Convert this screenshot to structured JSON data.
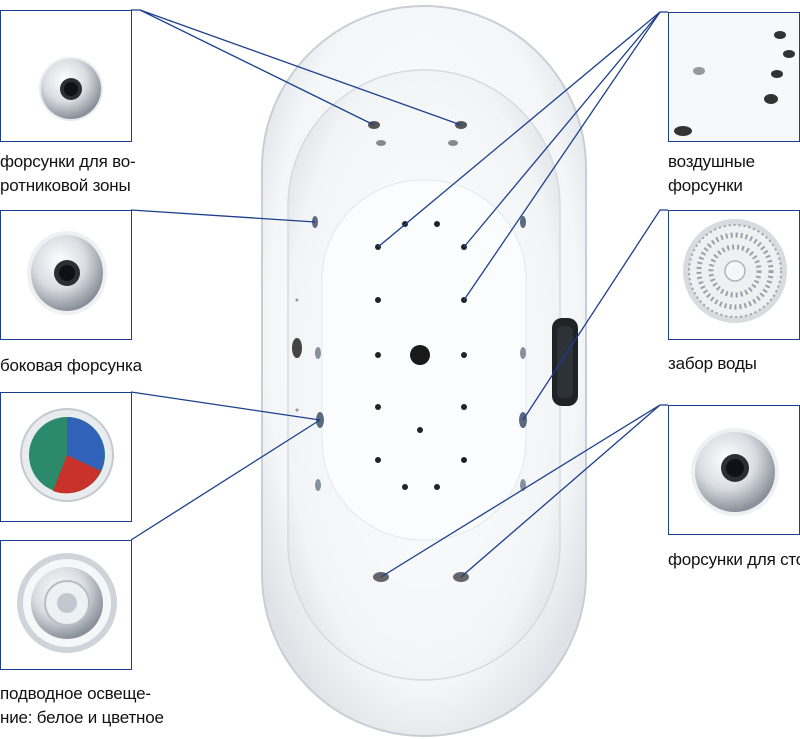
{
  "labels": {
    "collar": [
      "форсунки для во-",
      "ротниковой зоны"
    ],
    "side": "боковая форсунка",
    "lighting": [
      "подводное освеще-",
      "ние: белое и цветное"
    ],
    "air": [
      "воздушные",
      "форсунки"
    ],
    "intake": "забор воды",
    "feet": "форсунки для стоп"
  },
  "colors": {
    "leader_line": "#1c3f8c",
    "jet_dark": "#222222",
    "light_red": "#c8322a",
    "light_blue": "#2f62b8",
    "light_green": "#2a8a6a"
  },
  "icons": {
    "collar": "round-jet-icon",
    "side": "side-jet-icon",
    "lighting": "rgb-light-icon",
    "lighting_white": "white-light-icon",
    "air": "air-nozzle-icon",
    "intake": "water-intake-grille-icon",
    "feet": "foot-jet-icon"
  }
}
